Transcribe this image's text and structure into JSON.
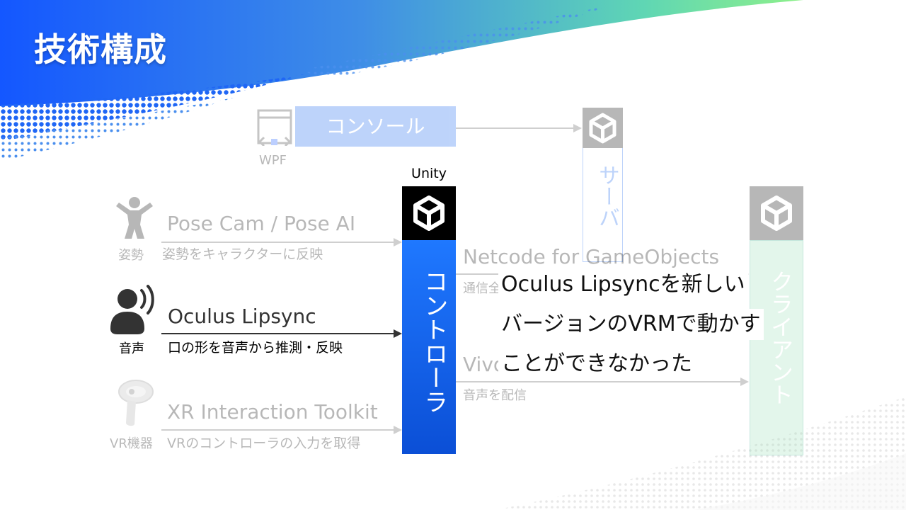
{
  "slide": {
    "title": "技術構成"
  },
  "colors": {
    "accent_blue": "#1457ff",
    "accent_green": "#62e6a0",
    "controller_blue": "#1565f0",
    "unity_black": "#000000",
    "arrow": "#555555"
  },
  "console": {
    "icon": "window-code-icon",
    "icon_label": "WPF",
    "box_label": "コンソール"
  },
  "server": {
    "icon": "unity-icon",
    "label": "サーバ"
  },
  "controller": {
    "caption": "Unity",
    "icon": "unity-icon",
    "label": "コントローラ"
  },
  "client": {
    "icon": "unity-icon",
    "label": "クライアント"
  },
  "inputs": [
    {
      "icon": "person-pose-icon",
      "icon_label": "姿勢",
      "name": "Pose Cam / Pose AI",
      "desc": "姿勢をキャラクターに反映",
      "active": false
    },
    {
      "icon": "speaking-person-icon",
      "icon_label": "音声",
      "name": "Oculus Lipsync",
      "desc": "口の形を音声から推測・反映",
      "active": true
    },
    {
      "icon": "vr-controller-icon",
      "icon_label": "VR機器",
      "name": "XR Interaction Toolkit",
      "desc": "VRのコントローラの入力を取得",
      "active": false
    }
  ],
  "outputs": [
    {
      "name": "Netcode for GameObjects",
      "desc": "通信全"
    },
    {
      "name": "Vivox",
      "desc": "音声を配信"
    }
  ],
  "callout": {
    "lines": [
      "Oculus Lipsyncを新しい",
      "バージョンのVRMで動かす",
      "ことができなかった"
    ]
  }
}
